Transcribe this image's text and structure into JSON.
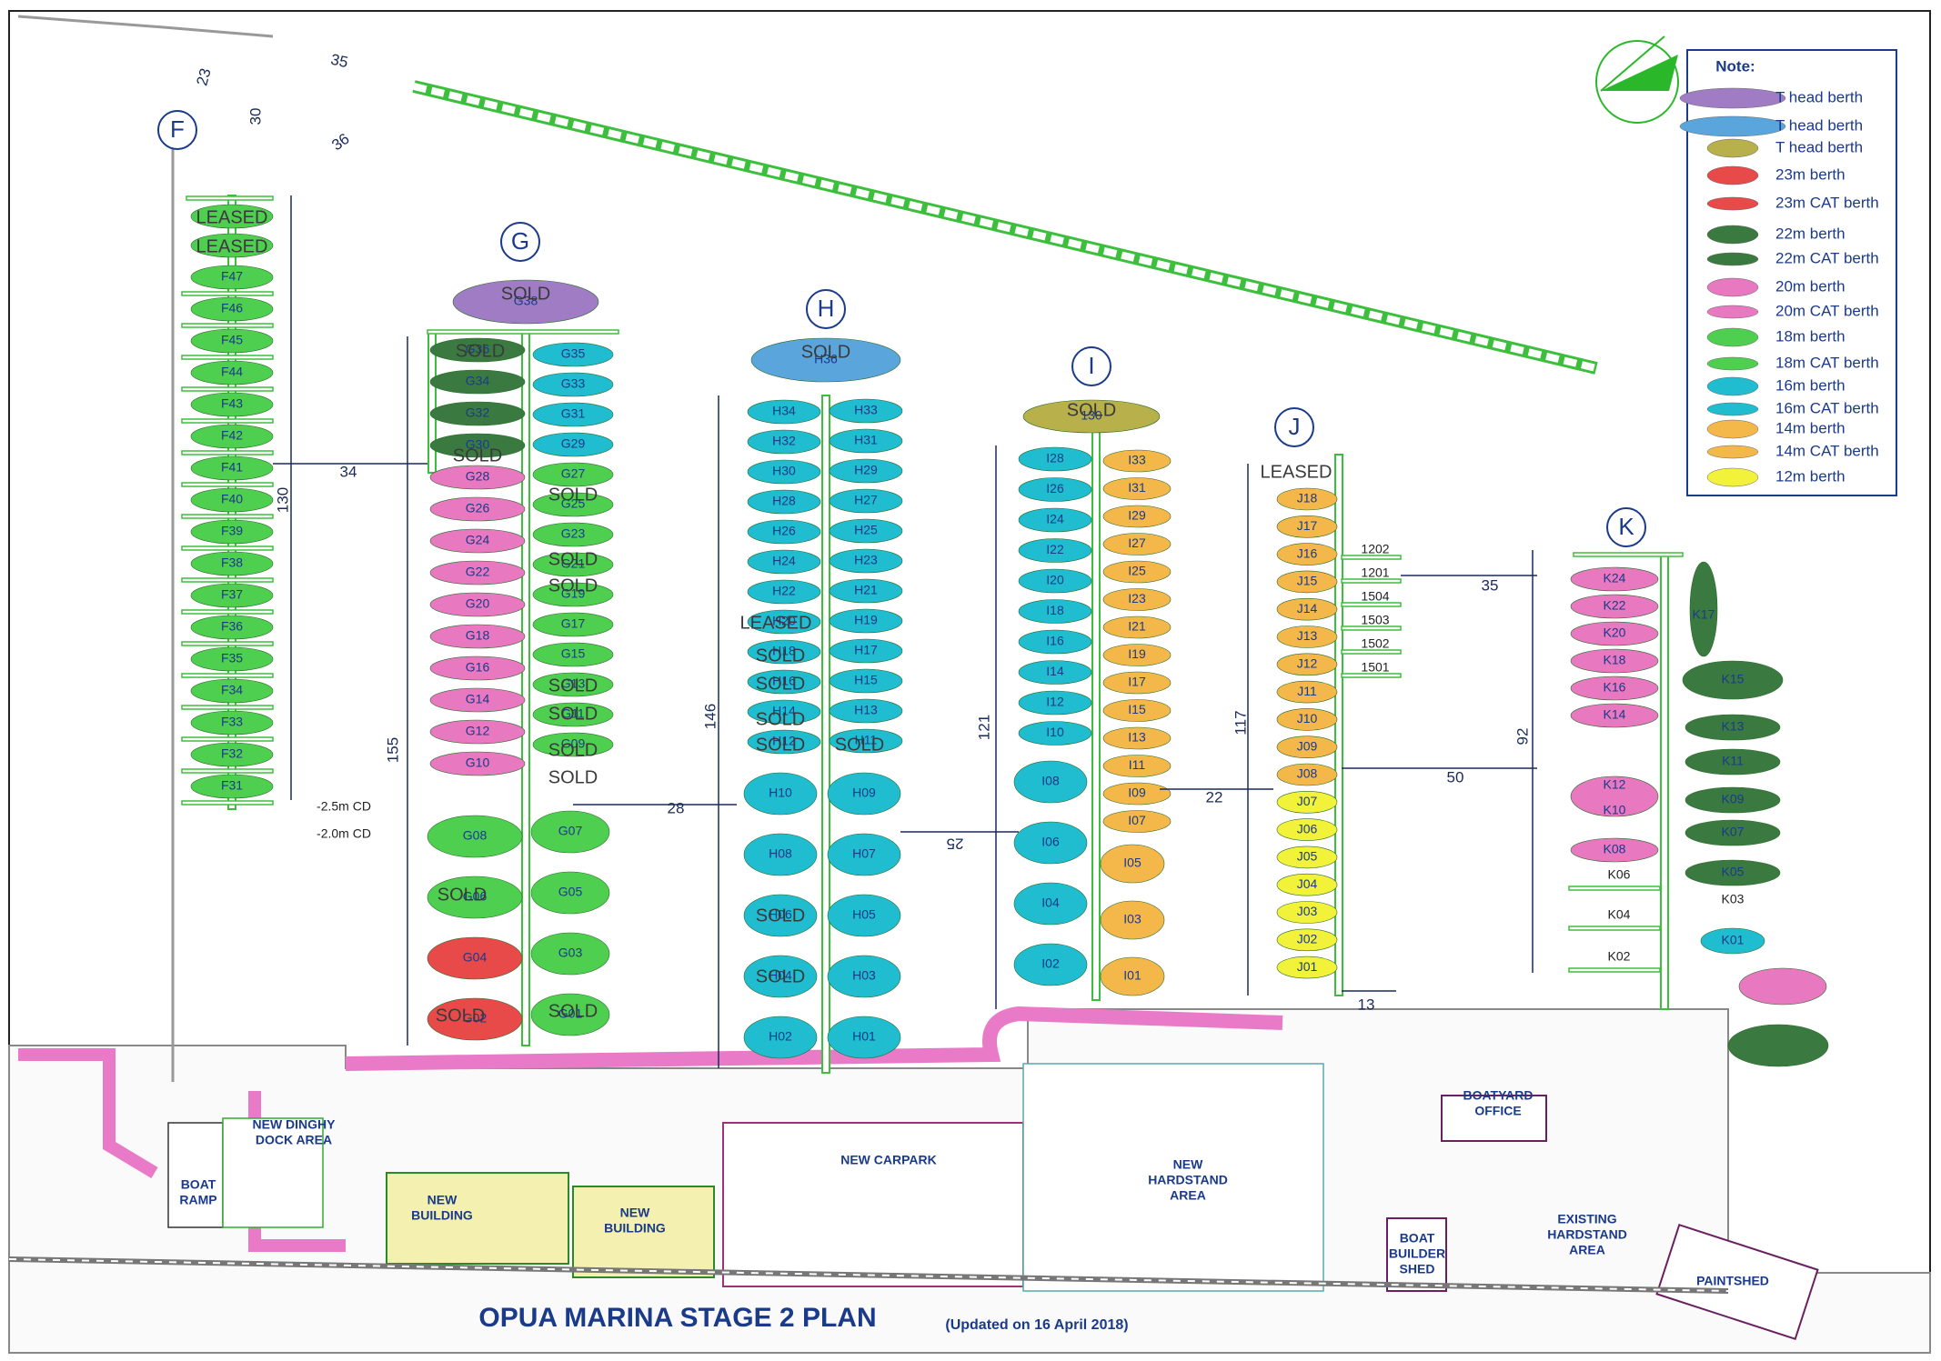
{
  "title": "OPUA MARINA STAGE 2 PLAN",
  "updated": "(Updated on 16  April 2018)",
  "legend": {
    "heading": "Note:",
    "items": [
      {
        "label": "T head berth",
        "color": "#a07cc4"
      },
      {
        "label": "T head berth",
        "color": "#5aa6dc"
      },
      {
        "label": "T head berth",
        "color": "#b8b04a"
      },
      {
        "label": "23m berth",
        "color": "#e84a4a"
      },
      {
        "label": "23m CAT berth",
        "color": "#e84a4a"
      },
      {
        "label": "22m berth",
        "color": "#3a7a40"
      },
      {
        "label": "22m CAT berth",
        "color": "#3a7a40"
      },
      {
        "label": "20m berth",
        "color": "#e878c0"
      },
      {
        "label": "20m CAT berth",
        "color": "#e878c0"
      },
      {
        "label": "18m berth",
        "color": "#4fcf4f"
      },
      {
        "label": "18m CAT berth",
        "color": "#4fcf4f"
      },
      {
        "label": "16m berth",
        "color": "#20bcd0"
      },
      {
        "label": "16m CAT berth",
        "color": "#20bcd0"
      },
      {
        "label": "14m berth",
        "color": "#f4b84a"
      },
      {
        "label": "14m CAT berth",
        "color": "#f4b84a"
      },
      {
        "label": "12m berth",
        "color": "#f2f23a"
      }
    ]
  },
  "piers": [
    "F",
    "G",
    "H",
    "I",
    "J",
    "K"
  ],
  "status": {
    "sold": "SOLD",
    "leased": "LEASED"
  },
  "depths": [
    "-2.5m CD",
    "-2.0m CD"
  ],
  "dimensions": [
    "23",
    "30",
    "35",
    "36",
    "34",
    "130",
    "155",
    "28",
    "146",
    "25",
    "121",
    "22",
    "117",
    "13",
    "50",
    "92",
    "35"
  ],
  "areas": {
    "dinghy": [
      "NEW DINGHY",
      "DOCK AREA"
    ],
    "ramp": [
      "BOAT",
      "RAMP"
    ],
    "building1": [
      "NEW",
      "BUILDING"
    ],
    "building2": [
      "NEW",
      "BUILDING"
    ],
    "carpark": "NEW CARPARK",
    "hardstand_new": [
      "NEW",
      "HARDSTAND",
      "AREA"
    ],
    "boatyard": [
      "BOATYARD",
      "OFFICE"
    ],
    "builder": [
      "BOAT",
      "BUILDER",
      "SHED"
    ],
    "hardstand_existing": [
      "EXISTING",
      "HARDSTAND",
      "AREA"
    ],
    "paintshed": "PAINTSHED"
  },
  "berths": {
    "F": [
      "F47",
      "F46",
      "F45",
      "F44",
      "F43",
      "F42",
      "F41",
      "F40",
      "F39",
      "F38",
      "F37",
      "F36",
      "F35",
      "F34",
      "F33",
      "F32",
      "F31"
    ],
    "G_left": [
      "G34",
      "G32",
      "G30",
      "G28",
      "G26",
      "G24",
      "G22",
      "G20",
      "G18",
      "G16",
      "G14",
      "G12",
      "G10"
    ],
    "G_left_big": [
      "G08",
      "G06",
      "G04",
      "G02"
    ],
    "G_right": [
      "G35",
      "G33",
      "G31",
      "G29",
      "G27",
      "G25",
      "G23",
      "G21",
      "G19",
      "G17",
      "G15",
      "G13",
      "G11",
      "G09"
    ],
    "G_right_big": [
      "G07",
      "G05",
      "G03",
      "G01"
    ],
    "G_head": "G38",
    "H_head": "H36",
    "H_left": [
      "H34",
      "H32",
      "H30",
      "H28",
      "H26",
      "H24",
      "H22",
      "H20",
      "H18",
      "H16",
      "H14",
      "H12"
    ],
    "H_left_big": [
      "H10",
      "H08",
      "H06",
      "H04",
      "H02"
    ],
    "H_right": [
      "H33",
      "H31",
      "H29",
      "H27",
      "H25",
      "H23",
      "H21",
      "H19",
      "H17",
      "H15",
      "H13",
      "H11"
    ],
    "H_right_big": [
      "H09",
      "H07",
      "H05",
      "H03",
      "H01"
    ],
    "I_head": "130",
    "I_left": [
      "I28",
      "I26",
      "I24",
      "I22",
      "I20",
      "I18",
      "I16",
      "I14",
      "I12",
      "I10"
    ],
    "I_left_big": [
      "I08",
      "I06",
      "I04",
      "I02"
    ],
    "I_right": [
      "I33",
      "I31",
      "I29",
      "I27",
      "I25",
      "I23",
      "I21",
      "I19",
      "I17",
      "I15",
      "I13",
      "I11",
      "I09",
      "I07"
    ],
    "I_right_big": [
      "I05",
      "I03",
      "I01"
    ],
    "J": [
      "J18",
      "J17",
      "J16",
      "J15",
      "J14",
      "J13",
      "J12",
      "J11",
      "J10",
      "J09",
      "J08",
      "J07",
      "J06",
      "J05",
      "J04",
      "J03",
      "J02",
      "J01"
    ],
    "J_side": [
      "1202",
      "1201",
      "1504",
      "1503",
      "1502",
      "1501"
    ],
    "K_left": [
      "K24",
      "K22",
      "K20",
      "K18",
      "K16",
      "K14",
      "K12",
      "K10",
      "K08",
      "K06",
      "K04",
      "K02"
    ],
    "K_right": [
      "K17",
      "K15",
      "K13",
      "K11",
      "K09",
      "K07",
      "K05",
      "K03",
      "K01"
    ]
  }
}
